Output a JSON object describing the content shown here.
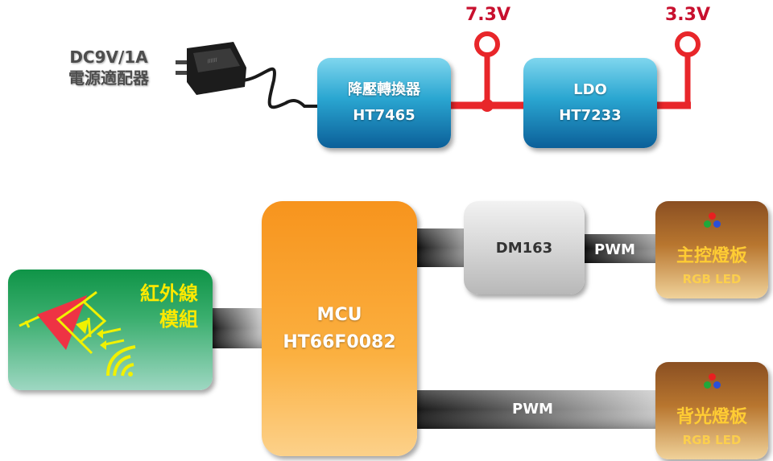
{
  "power": {
    "adapter_line1": "DC9V/1A",
    "adapter_line2": "電源適配器",
    "converter_line1": "降壓轉換器",
    "converter_line2": "HT7465",
    "ldo_line1": "LDO",
    "ldo_line2": "HT7233",
    "rail1_voltage": "7.3V",
    "rail2_voltage": "3.3V"
  },
  "ir_module": {
    "line1": "紅外線",
    "line2": "模組"
  },
  "mcu": {
    "line1": "MCU",
    "line2": "HT66F0082"
  },
  "driver": {
    "label": "DM163"
  },
  "main_board": {
    "title": "主控燈板",
    "subtitle": "RGB  LED",
    "pwm_label": "PWM"
  },
  "backlight_board": {
    "title": "背光燈板",
    "subtitle": "RGB  LED",
    "pwm_label": "PWM"
  },
  "colors": {
    "wire_red": "#e8262a",
    "blue_block": "#2aa6d1",
    "mcu_orange": "#f7941d",
    "ir_green": "#0f9447",
    "led_brown": "#8a4f22",
    "led_text": "#ffcc33",
    "rgb_dot_red": "#e82020",
    "rgb_dot_green": "#1fa83a",
    "rgb_dot_blue": "#2a4fd8"
  }
}
